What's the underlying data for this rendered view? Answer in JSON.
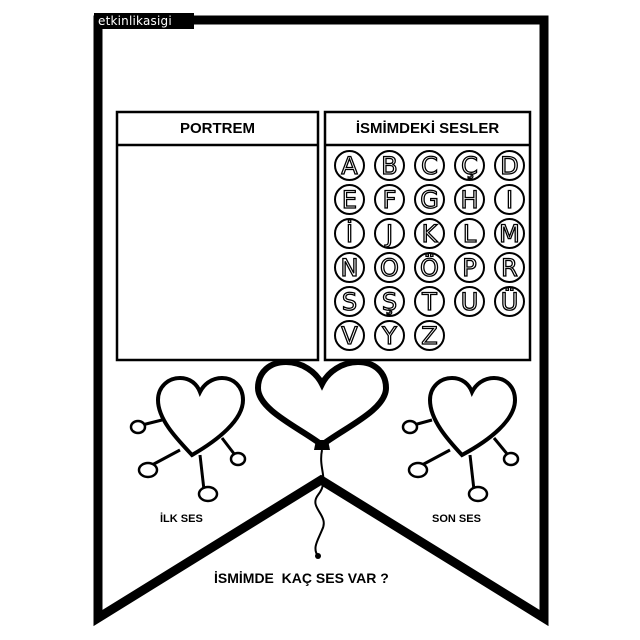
{
  "watermark": "etkinlikasigi",
  "portrait_title": "PORTREM",
  "sounds_title": "İSMİMDEKİ SESLER",
  "letters": [
    "A",
    "B",
    "C",
    "Ç",
    "D",
    "E",
    "F",
    "G",
    "H",
    "I",
    "İ",
    "J",
    "K",
    "L",
    "M",
    "N",
    "O",
    "Ö",
    "P",
    "R",
    "S",
    "Ş",
    "T",
    "U",
    "Ü",
    "V",
    "Y",
    "Z"
  ],
  "first_sound_label": "İLK SES",
  "last_sound_label": "SON SES",
  "question": "İSMİMDE  KAÇ SES VAR ?"
}
